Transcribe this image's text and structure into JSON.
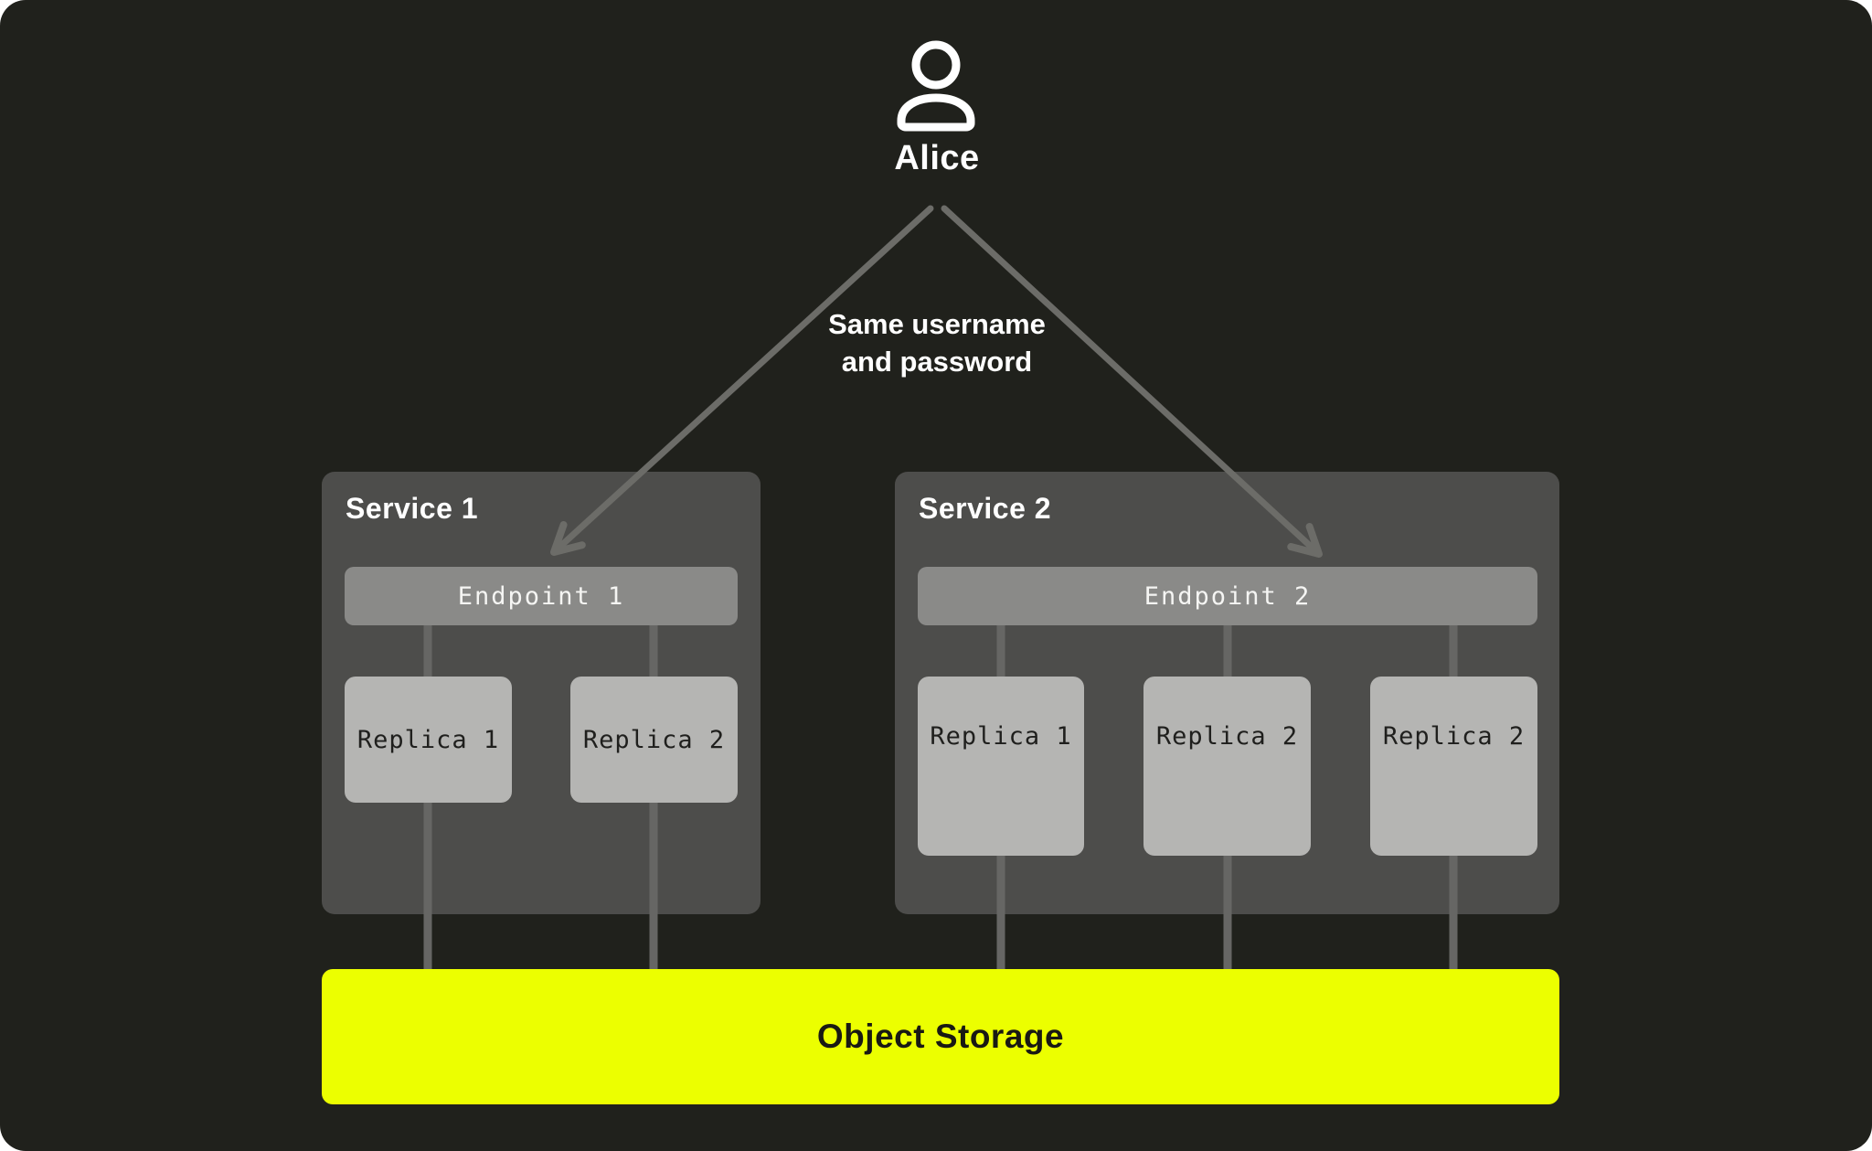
{
  "diagram": {
    "user": {
      "name": "Alice"
    },
    "connection_label": {
      "line1": "Same username",
      "line2": "and password"
    },
    "services": [
      {
        "title": "Service 1",
        "endpoint": "Endpoint 1",
        "replicas": [
          "Replica 1",
          "Replica 2"
        ]
      },
      {
        "title": "Service 2",
        "endpoint": "Endpoint 2",
        "replicas": [
          "Replica 1",
          "Replica 2",
          "Replica 2"
        ]
      }
    ],
    "storage": {
      "label": "Object Storage"
    },
    "colors": {
      "background": "#20211c",
      "service_box": "#4d4d4b",
      "endpoint_box": "#8a8a88",
      "replica_box": "#b5b5b3",
      "storage_bar": "#ecff00",
      "connector_line": "#666664",
      "arrow": "#6c6c68",
      "text_light": "#ffffff",
      "text_dark": "#1f1f1d"
    }
  }
}
